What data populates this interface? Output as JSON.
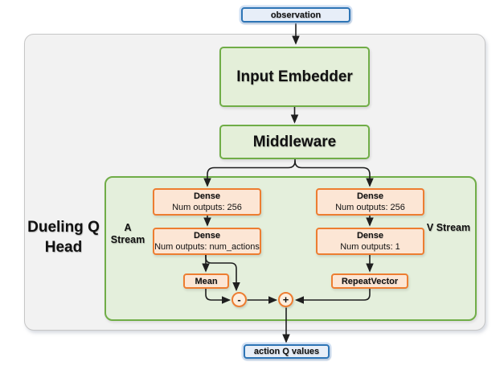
{
  "diagram": {
    "nodes": {
      "observation": "observation",
      "input_embedder": "Input Embedder",
      "middleware": "Middleware",
      "dueling_q_head": "Dueling Q Head",
      "a_stream": "A Stream",
      "v_stream": "V Stream",
      "dense_a1": {
        "title": "Dense",
        "detail": "Num outputs: 256"
      },
      "dense_a2": {
        "title": "Dense",
        "detail": "Num outputs: num_actions"
      },
      "dense_v1": {
        "title": "Dense",
        "detail": "Num outputs: 256"
      },
      "dense_v2": {
        "title": "Dense",
        "detail": "Num outputs: 1"
      },
      "mean": "Mean",
      "repeat_vector": "RepeatVector",
      "minus_op": "-",
      "plus_op": "+",
      "action_q_values": "action Q values"
    },
    "colors": {
      "blue_border": "#2e75b6",
      "blue_fill": "#e7eef8",
      "green_border": "#70ad47",
      "green_fill": "#e4efdc",
      "orange_border": "#ed7d31",
      "orange_fill": "#fce6d5",
      "gray_fill": "#f2f2f2",
      "gray_border": "#c6c6c6",
      "arrow": "#1f1f1f"
    }
  }
}
